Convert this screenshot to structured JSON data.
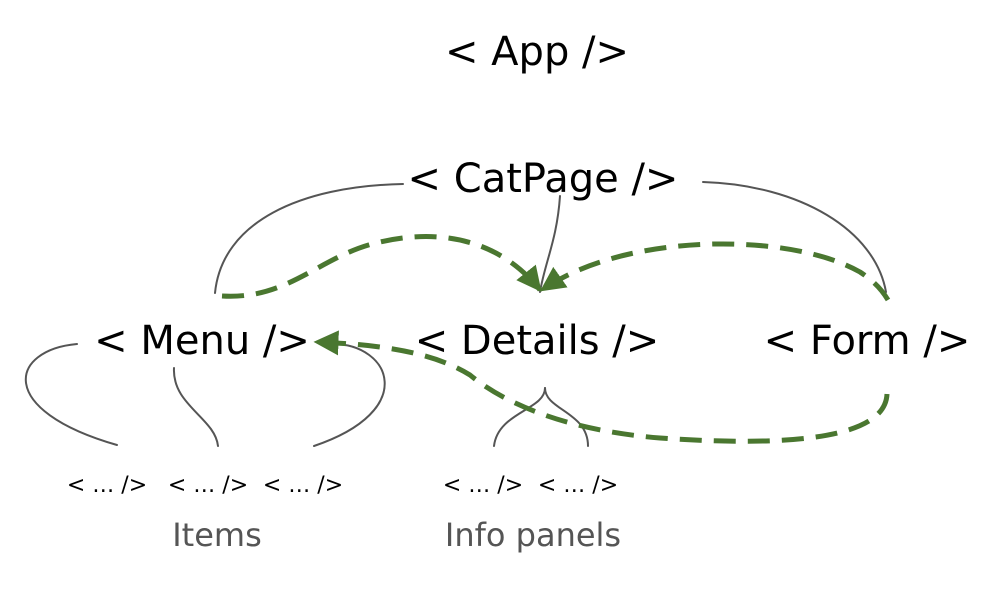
{
  "nodes": {
    "app": "< App />",
    "catpage": "< CatPage />",
    "menu": "< Menu />",
    "details": "< Details />",
    "form": "< Form />"
  },
  "menu_children": [
    "< … />",
    "< … />",
    "< … />"
  ],
  "details_children": [
    "< … />",
    "< … />"
  ],
  "labels": {
    "items": "Items",
    "info_panels": "Info panels"
  },
  "colors": {
    "tree_line": "#555555",
    "data_flow": "#4a7730",
    "text": "#000000",
    "label": "#555555"
  }
}
